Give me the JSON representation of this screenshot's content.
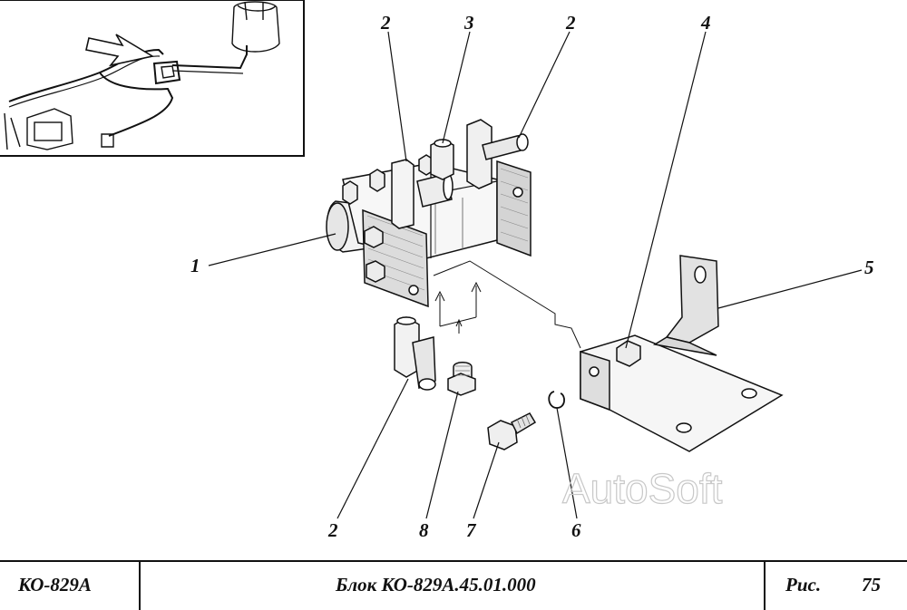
{
  "callouts": {
    "c1": "1",
    "c2_top_left": "2",
    "c3": "3",
    "c2_top_right": "2",
    "c4": "4",
    "c5": "5",
    "c2_bottom": "2",
    "c8": "8",
    "c7": "7",
    "c6": "6"
  },
  "watermark": "AutoSoft",
  "title_block": {
    "model": "КО-829А",
    "title": "Блок КО-829А.45.01.000",
    "figure_label": "Рис.",
    "figure_number": "75"
  },
  "colors": {
    "ink": "#111111",
    "watermark": "#c8c8c8",
    "paper": "#ffffff"
  }
}
